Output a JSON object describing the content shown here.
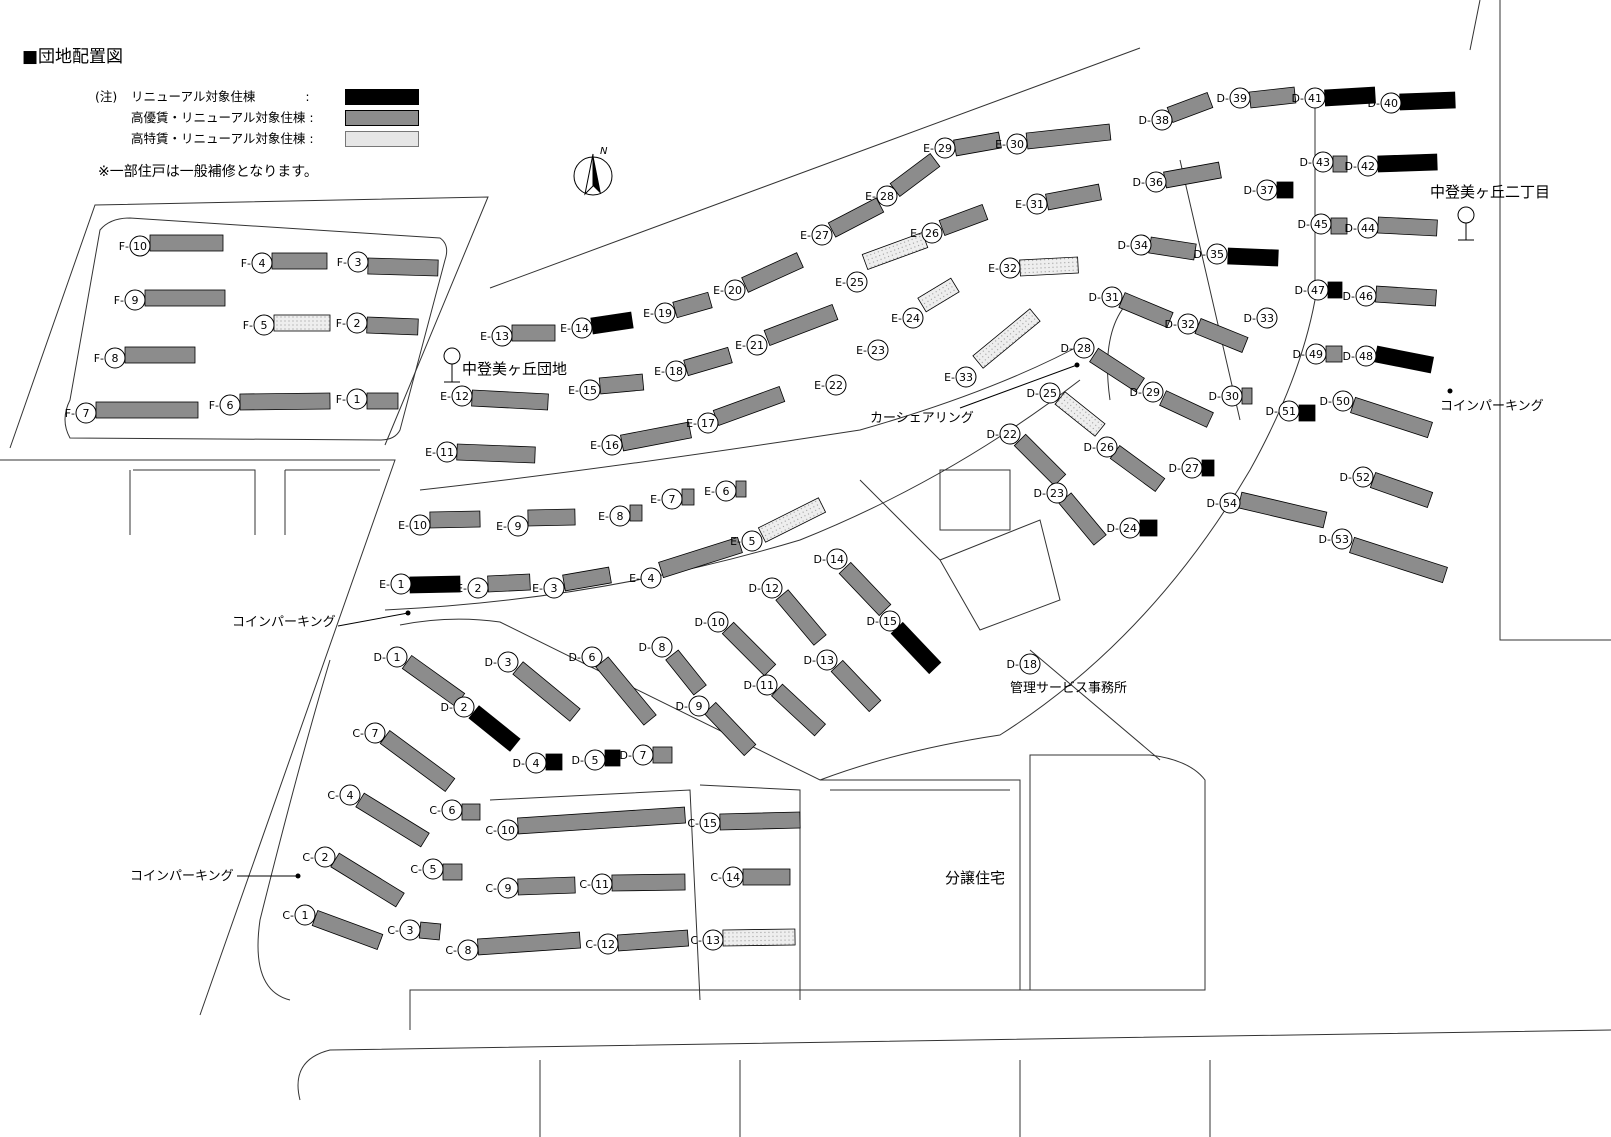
{
  "title": "■団地配置図",
  "legend": {
    "note_prefix": "(注)",
    "items": [
      {
        "label": "リニューアル対象住棟　　　　:",
        "key": "renewal",
        "color": "#000000"
      },
      {
        "label": "高優賃・リニューアル対象住棟 :",
        "key": "high-quality",
        "color": "#8c8c8c"
      },
      {
        "label": "高特賃・リニューアル対象住棟 :",
        "key": "special",
        "color": "#e6e6e6"
      }
    ]
  },
  "remark": "※一部住戸は一般補修となります。",
  "compass_label": "N",
  "places": {
    "danchi_name": "中登美ヶ丘団地",
    "district_name": "中登美ヶ丘二丁目",
    "car_sharing": "カーシェアリング",
    "office": "管理サービス事務所",
    "parking_1": "コインパーキング",
    "parking_2": "コインパーキング",
    "parking_3": "コインパーキング",
    "condo": "分譲住宅"
  },
  "buildings": [
    {
      "block": "F-",
      "num": "10",
      "type": "high-quality"
    },
    {
      "block": "F-",
      "num": "9",
      "type": "high-quality"
    },
    {
      "block": "F-",
      "num": "8",
      "type": "high-quality"
    },
    {
      "block": "F-",
      "num": "7",
      "type": "high-quality"
    },
    {
      "block": "F-",
      "num": "4",
      "type": "high-quality"
    },
    {
      "block": "F-",
      "num": "3",
      "type": "high-quality"
    },
    {
      "block": "F-",
      "num": "5",
      "type": "special"
    },
    {
      "block": "F-",
      "num": "2",
      "type": "high-quality"
    },
    {
      "block": "F-",
      "num": "6",
      "type": "high-quality"
    },
    {
      "block": "F-",
      "num": "1",
      "type": "high-quality"
    },
    {
      "block": "E-",
      "num": "13",
      "type": "high-quality"
    },
    {
      "block": "E-",
      "num": "14",
      "type": "renewal"
    },
    {
      "block": "E-",
      "num": "12",
      "type": "high-quality"
    },
    {
      "block": "E-",
      "num": "15",
      "type": "high-quality"
    },
    {
      "block": "E-",
      "num": "11",
      "type": "high-quality"
    },
    {
      "block": "E-",
      "num": "16",
      "type": "high-quality"
    },
    {
      "block": "E-",
      "num": "17",
      "type": "high-quality"
    },
    {
      "block": "E-",
      "num": "18",
      "type": "high-quality"
    },
    {
      "block": "E-",
      "num": "21",
      "type": "high-quality"
    },
    {
      "block": "E-",
      "num": "19",
      "type": "high-quality"
    },
    {
      "block": "E-",
      "num": "20",
      "type": "high-quality"
    },
    {
      "block": "E-",
      "num": "27",
      "type": "high-quality"
    },
    {
      "block": "E-",
      "num": "28",
      "type": "high-quality"
    },
    {
      "block": "E-",
      "num": "29",
      "type": "high-quality"
    },
    {
      "block": "E-",
      "num": "30",
      "type": "high-quality"
    },
    {
      "block": "E-",
      "num": "31",
      "type": "high-quality"
    },
    {
      "block": "E-",
      "num": "26",
      "type": "high-quality"
    },
    {
      "block": "E-",
      "num": "25",
      "type": "special"
    },
    {
      "block": "E-",
      "num": "24",
      "type": "special"
    },
    {
      "block": "E-",
      "num": "23",
      "type": "none"
    },
    {
      "block": "E-",
      "num": "22",
      "type": "none"
    },
    {
      "block": "E-",
      "num": "32",
      "type": "special"
    },
    {
      "block": "E-",
      "num": "33",
      "type": "special"
    },
    {
      "block": "E-",
      "num": "10",
      "type": "high-quality"
    },
    {
      "block": "E-",
      "num": "9",
      "type": "high-quality"
    },
    {
      "block": "E-",
      "num": "8",
      "type": "high-quality"
    },
    {
      "block": "E-",
      "num": "7",
      "type": "high-quality"
    },
    {
      "block": "E-",
      "num": "6",
      "type": "high-quality"
    },
    {
      "block": "E-",
      "num": "5",
      "type": "special"
    },
    {
      "block": "E-",
      "num": "4",
      "type": "high-quality"
    },
    {
      "block": "E-",
      "num": "1",
      "type": "renewal"
    },
    {
      "block": "E-",
      "num": "2",
      "type": "high-quality"
    },
    {
      "block": "E-",
      "num": "3",
      "type": "high-quality"
    },
    {
      "block": "D-",
      "num": "1",
      "type": "high-quality"
    },
    {
      "block": "D-",
      "num": "3",
      "type": "high-quality"
    },
    {
      "block": "D-",
      "num": "6",
      "type": "high-quality"
    },
    {
      "block": "D-",
      "num": "8",
      "type": "high-quality"
    },
    {
      "block": "D-",
      "num": "2",
      "type": "renewal"
    },
    {
      "block": "D-",
      "num": "4",
      "type": "renewal"
    },
    {
      "block": "D-",
      "num": "5",
      "type": "renewal"
    },
    {
      "block": "D-",
      "num": "7",
      "type": "high-quality"
    },
    {
      "block": "D-",
      "num": "9",
      "type": "high-quality"
    },
    {
      "block": "D-",
      "num": "10",
      "type": "high-quality"
    },
    {
      "block": "D-",
      "num": "11",
      "type": "high-quality"
    },
    {
      "block": "D-",
      "num": "12",
      "type": "high-quality"
    },
    {
      "block": "D-",
      "num": "13",
      "type": "high-quality"
    },
    {
      "block": "D-",
      "num": "14",
      "type": "high-quality"
    },
    {
      "block": "D-",
      "num": "15",
      "type": "renewal"
    },
    {
      "block": "D-",
      "num": "18",
      "type": "none"
    },
    {
      "block": "D-",
      "num": "22",
      "type": "high-quality"
    },
    {
      "block": "D-",
      "num": "23",
      "type": "high-quality"
    },
    {
      "block": "D-",
      "num": "24",
      "type": "renewal"
    },
    {
      "block": "D-",
      "num": "25",
      "type": "special"
    },
    {
      "block": "D-",
      "num": "26",
      "type": "high-quality"
    },
    {
      "block": "D-",
      "num": "27",
      "type": "renewal"
    },
    {
      "block": "D-",
      "num": "28",
      "type": "high-quality"
    },
    {
      "block": "D-",
      "num": "29",
      "type": "high-quality"
    },
    {
      "block": "D-",
      "num": "30",
      "type": "high-quality"
    },
    {
      "block": "D-",
      "num": "31",
      "type": "high-quality"
    },
    {
      "block": "D-",
      "num": "32",
      "type": "high-quality"
    },
    {
      "block": "D-",
      "num": "33",
      "type": "none"
    },
    {
      "block": "D-",
      "num": "34",
      "type": "high-quality"
    },
    {
      "block": "D-",
      "num": "35",
      "type": "renewal"
    },
    {
      "block": "D-",
      "num": "36",
      "type": "high-quality"
    },
    {
      "block": "D-",
      "num": "37",
      "type": "renewal"
    },
    {
      "block": "D-",
      "num": "38",
      "type": "high-quality"
    },
    {
      "block": "D-",
      "num": "39",
      "type": "high-quality"
    },
    {
      "block": "D-",
      "num": "41",
      "type": "renewal"
    },
    {
      "block": "D-",
      "num": "40",
      "type": "renewal"
    },
    {
      "block": "D-",
      "num": "43",
      "type": "high-quality"
    },
    {
      "block": "D-",
      "num": "42",
      "type": "renewal"
    },
    {
      "block": "D-",
      "num": "45",
      "type": "high-quality"
    },
    {
      "block": "D-",
      "num": "44",
      "type": "high-quality"
    },
    {
      "block": "D-",
      "num": "47",
      "type": "renewal"
    },
    {
      "block": "D-",
      "num": "46",
      "type": "high-quality"
    },
    {
      "block": "D-",
      "num": "49",
      "type": "high-quality"
    },
    {
      "block": "D-",
      "num": "48",
      "type": "renewal"
    },
    {
      "block": "D-",
      "num": "51",
      "type": "renewal"
    },
    {
      "block": "D-",
      "num": "50",
      "type": "high-quality"
    },
    {
      "block": "D-",
      "num": "52",
      "type": "high-quality"
    },
    {
      "block": "D-",
      "num": "54",
      "type": "high-quality"
    },
    {
      "block": "D-",
      "num": "53",
      "type": "high-quality"
    },
    {
      "block": "C-",
      "num": "7",
      "type": "high-quality"
    },
    {
      "block": "C-",
      "num": "4",
      "type": "high-quality"
    },
    {
      "block": "C-",
      "num": "6",
      "type": "high-quality"
    },
    {
      "block": "C-",
      "num": "2",
      "type": "high-quality"
    },
    {
      "block": "C-",
      "num": "5",
      "type": "high-quality"
    },
    {
      "block": "C-",
      "num": "1",
      "type": "high-quality"
    },
    {
      "block": "C-",
      "num": "3",
      "type": "high-quality"
    },
    {
      "block": "C-",
      "num": "10",
      "type": "high-quality"
    },
    {
      "block": "C-",
      "num": "15",
      "type": "high-quality"
    },
    {
      "block": "C-",
      "num": "9",
      "type": "high-quality"
    },
    {
      "block": "C-",
      "num": "11",
      "type": "high-quality"
    },
    {
      "block": "C-",
      "num": "14",
      "type": "high-quality"
    },
    {
      "block": "C-",
      "num": "8",
      "type": "high-quality"
    },
    {
      "block": "C-",
      "num": "12",
      "type": "high-quality"
    },
    {
      "block": "C-",
      "num": "13",
      "type": "special"
    }
  ]
}
